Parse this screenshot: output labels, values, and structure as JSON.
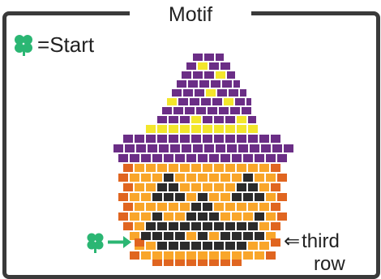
{
  "title": "Motif",
  "legend": {
    "equals": "=",
    "word": "Start",
    "icon": "clover-icon"
  },
  "third_row_label": {
    "arrow": "⇐",
    "line1": "third",
    "line2": "row"
  },
  "colors": {
    "frame": "#3a3a3a",
    "purple": "#6b2e86",
    "yellow": "#f3e62c",
    "orange": "#f9a62a",
    "orange_dark": "#e06520",
    "black": "#2b2b2b",
    "clover": "#2bb673"
  }
}
